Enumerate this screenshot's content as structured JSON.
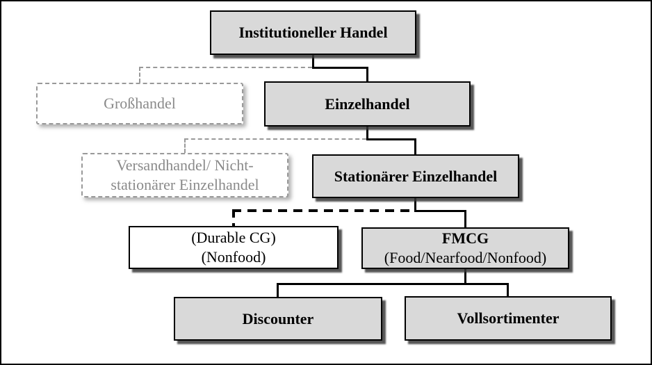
{
  "diagram": {
    "description": "Hierarchy of institutional trade (German retail classification)",
    "nodes": {
      "institutioneller_handel": {
        "label": "Institutioneller Handel",
        "style": "solid-gray"
      },
      "einzelhandel": {
        "label": "Einzelhandel",
        "style": "solid-gray"
      },
      "grosshandel": {
        "label": "Großhandel",
        "style": "dashed-gray"
      },
      "versandhandel": {
        "line1": "Versandhandel/ Nicht-",
        "line2": "stationärer Einzelhandel",
        "style": "dashed-gray"
      },
      "stationaerer_einzelhandel": {
        "label": "Stationärer Einzelhandel",
        "style": "solid-gray"
      },
      "durable_cg": {
        "line1": "(Durable CG)",
        "line2": "(Nonfood)",
        "style": "solid-white"
      },
      "fmcg": {
        "line1": "FMCG",
        "line2": "(Food/Nearfood/Nonfood)",
        "style": "solid-gray"
      },
      "discounter": {
        "label": "Discounter",
        "style": "solid-gray"
      },
      "vollsortimenter": {
        "label": "Vollsortimenter",
        "style": "solid-gray"
      }
    },
    "edges": [
      {
        "from": "Institutioneller Handel",
        "to": "Einzelhandel",
        "style": "solid-black"
      },
      {
        "from": "Institutioneller Handel",
        "to": "Großhandel",
        "style": "dashed-gray"
      },
      {
        "from": "Einzelhandel",
        "to": "Stationärer Einzelhandel",
        "style": "solid-black"
      },
      {
        "from": "Einzelhandel",
        "to": "Versandhandel/ Nicht-stationärer Einzelhandel",
        "style": "dashed-gray"
      },
      {
        "from": "Stationärer Einzelhandel",
        "to": "FMCG (Food/Nearfood/Nonfood)",
        "style": "solid-black"
      },
      {
        "from": "Stationärer Einzelhandel",
        "to": "(Durable CG) (Nonfood)",
        "style": "dashed-bold-black"
      },
      {
        "from": "FMCG (Food/Nearfood/Nonfood)",
        "to": "Discounter",
        "style": "solid-black"
      },
      {
        "from": "FMCG (Food/Nearfood/Nonfood)",
        "to": "Vollsortimenter",
        "style": "solid-black"
      }
    ],
    "colors": {
      "node_fill": "#d9d9d9",
      "node_border": "#000000",
      "muted_border": "#999999",
      "muted_text": "#8a8a8a",
      "background": "#ffffff"
    }
  }
}
